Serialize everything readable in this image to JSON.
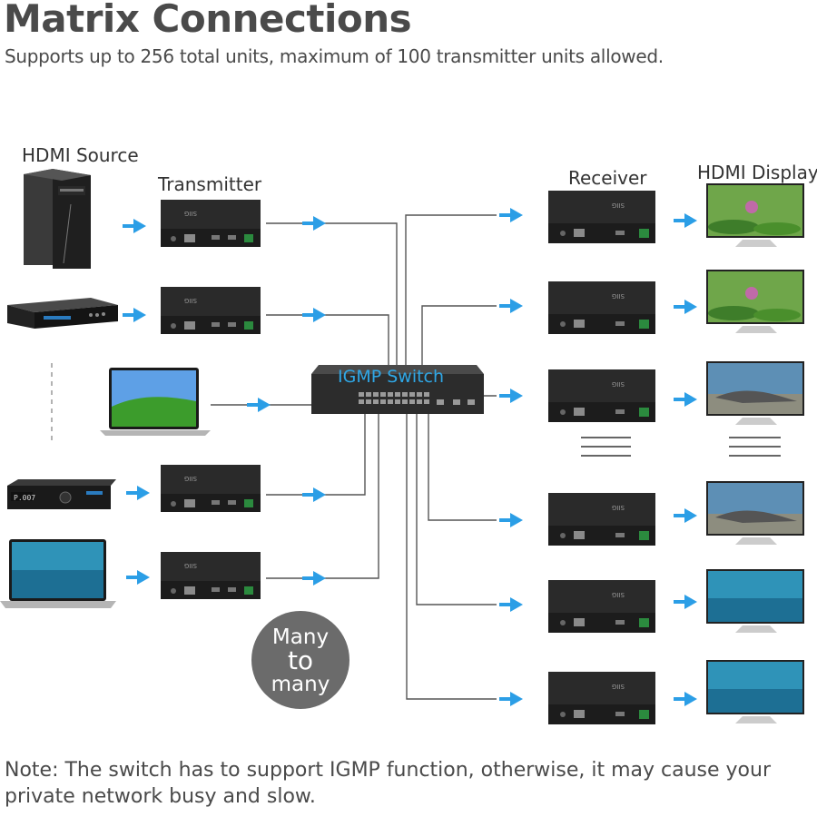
{
  "title": "Matrix Connections",
  "subtitle": "Supports up to 256 total units, maximum of 100 transmitter units allowed.",
  "labels": {
    "hdmi_source": "HDMI Source",
    "transmitter": "Transmitter",
    "receiver": "Receiver",
    "hdmi_display": "HDMI Display"
  },
  "switch_label": "IGMP Switch",
  "badge": {
    "line1": "Many",
    "line2": "to",
    "line3": "many"
  },
  "device_brand": "SIIG",
  "source_box_text": "P.007",
  "note": "Note: The switch has to support IGMP function, otherwise, it may cause your private network busy and slow.",
  "colors": {
    "arrow": "#2b9ee6",
    "switch_label": "#2fa7e6",
    "wire": "#555555",
    "badge": "#6b6b6b"
  },
  "icons": [
    "tower-pc-icon",
    "dvd-player-icon",
    "laptop-icon",
    "set-top-box-icon",
    "transmitter-unit-icon",
    "network-switch-icon",
    "receiver-unit-icon",
    "monitor-icon",
    "arrow-right-icon"
  ]
}
